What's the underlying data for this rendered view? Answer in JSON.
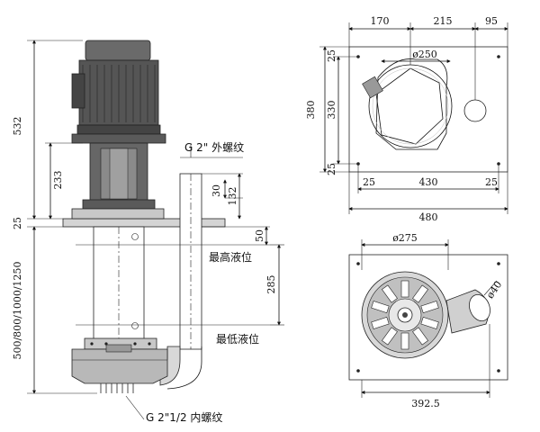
{
  "side_view": {
    "dimensions": {
      "overall_height": "532",
      "motor_mount_height": "233",
      "plate_thickness": "25",
      "immersion_depth": "500/800/1000/1250",
      "outlet_offset": "30",
      "outlet_height": "132",
      "max_level_offset": "50",
      "level_range": "285"
    },
    "labels": {
      "outlet_thread": "G 2\" 外螺纹",
      "max_level": "最高液位",
      "min_level": "最低液位",
      "inlet_thread": "G 2\"1/2 内螺纹"
    }
  },
  "top_view": {
    "dimensions": {
      "top_a": "170",
      "top_b": "215",
      "top_c": "95",
      "bolt_circle": "ø250",
      "height_total": "380",
      "height_inner": "330",
      "edge_top": "25",
      "edge_bottom": "25",
      "bottom_left": "25",
      "bottom_mid": "430",
      "bottom_right": "25",
      "width_total": "480"
    }
  },
  "bottom_view": {
    "dimensions": {
      "impeller_dia": "ø275",
      "port_dia": "ø40",
      "width": "392.5"
    }
  },
  "colors": {
    "motor": "#555555",
    "motor_dark": "#333333",
    "plate": "#d4d4d4",
    "shade": "#c8c8c8",
    "line": "#111111"
  }
}
